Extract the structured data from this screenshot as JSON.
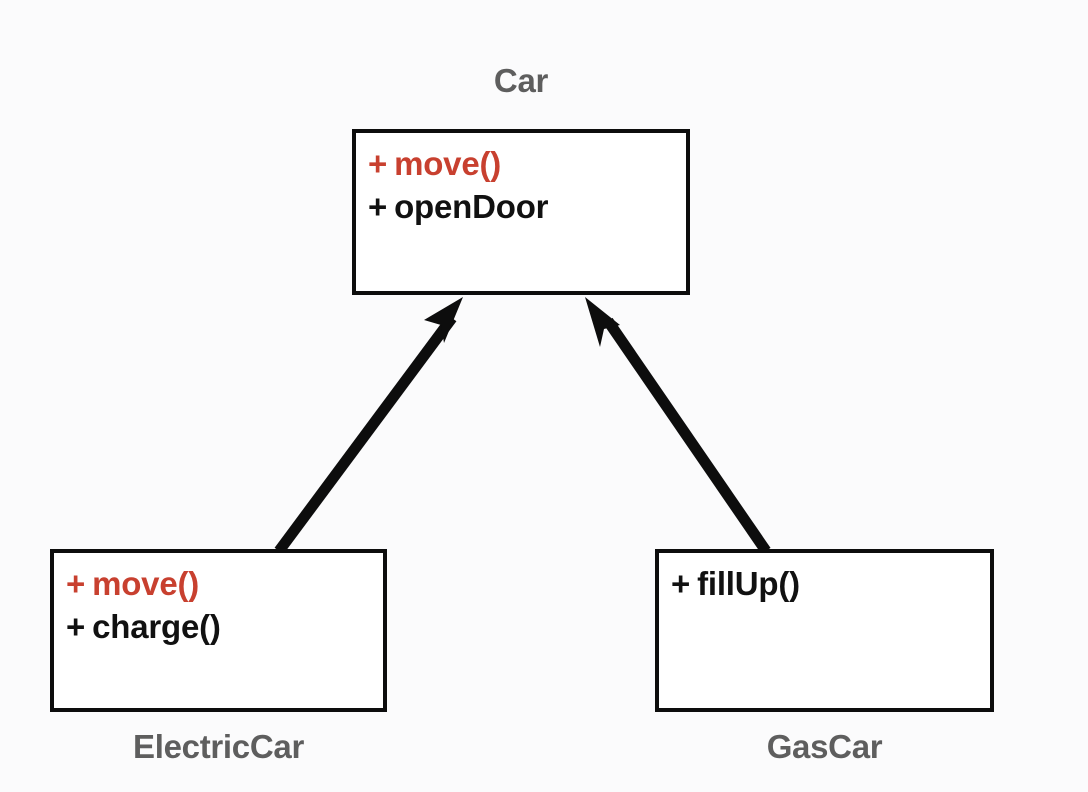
{
  "diagram": {
    "type": "uml-class-diagram",
    "title": "",
    "background_color": "#fbfbfc",
    "line_color": "#0d0d0d",
    "name_color": "#5e5e5e",
    "override_color": "#c8402f",
    "classes": [
      {
        "id": "car",
        "name": "Car",
        "name_position": "above",
        "members": [
          {
            "visibility": "+",
            "label": "move()",
            "overridden": true
          },
          {
            "visibility": "+",
            "label": "openDoor",
            "overridden": false
          }
        ]
      },
      {
        "id": "electriccar",
        "name": "ElectricCar",
        "name_position": "below",
        "members": [
          {
            "visibility": "+",
            "label": "move()",
            "overridden": true
          },
          {
            "visibility": "+",
            "label": "charge()",
            "overridden": false
          }
        ]
      },
      {
        "id": "gascar",
        "name": "GasCar",
        "name_position": "below",
        "members": [
          {
            "visibility": "+",
            "label": "fillUp()",
            "overridden": false
          }
        ]
      }
    ],
    "relationships": [
      {
        "kind": "inheritance",
        "from": "electriccar",
        "to": "car",
        "arrowhead": "filled-triangle"
      },
      {
        "kind": "inheritance",
        "from": "gascar",
        "to": "car",
        "arrowhead": "filled-triangle"
      }
    ]
  }
}
